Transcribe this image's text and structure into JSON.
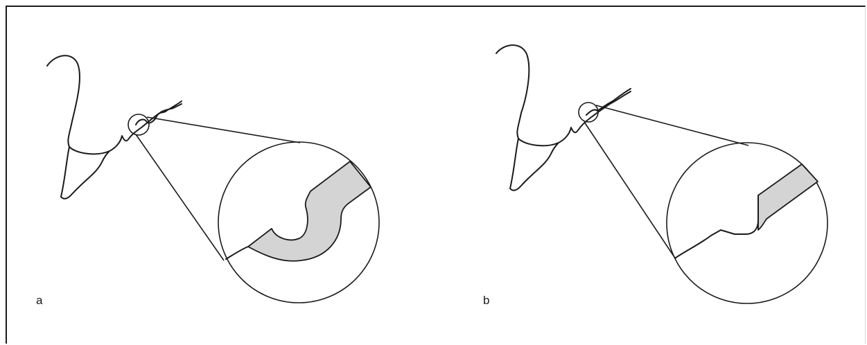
{
  "panels": [
    {
      "id": "a",
      "label": "a"
    },
    {
      "id": "b",
      "label": "b"
    }
  ],
  "colors": {
    "line": "#1a1a1a",
    "fill": "#d4d4d4",
    "background": "#ffffff"
  }
}
